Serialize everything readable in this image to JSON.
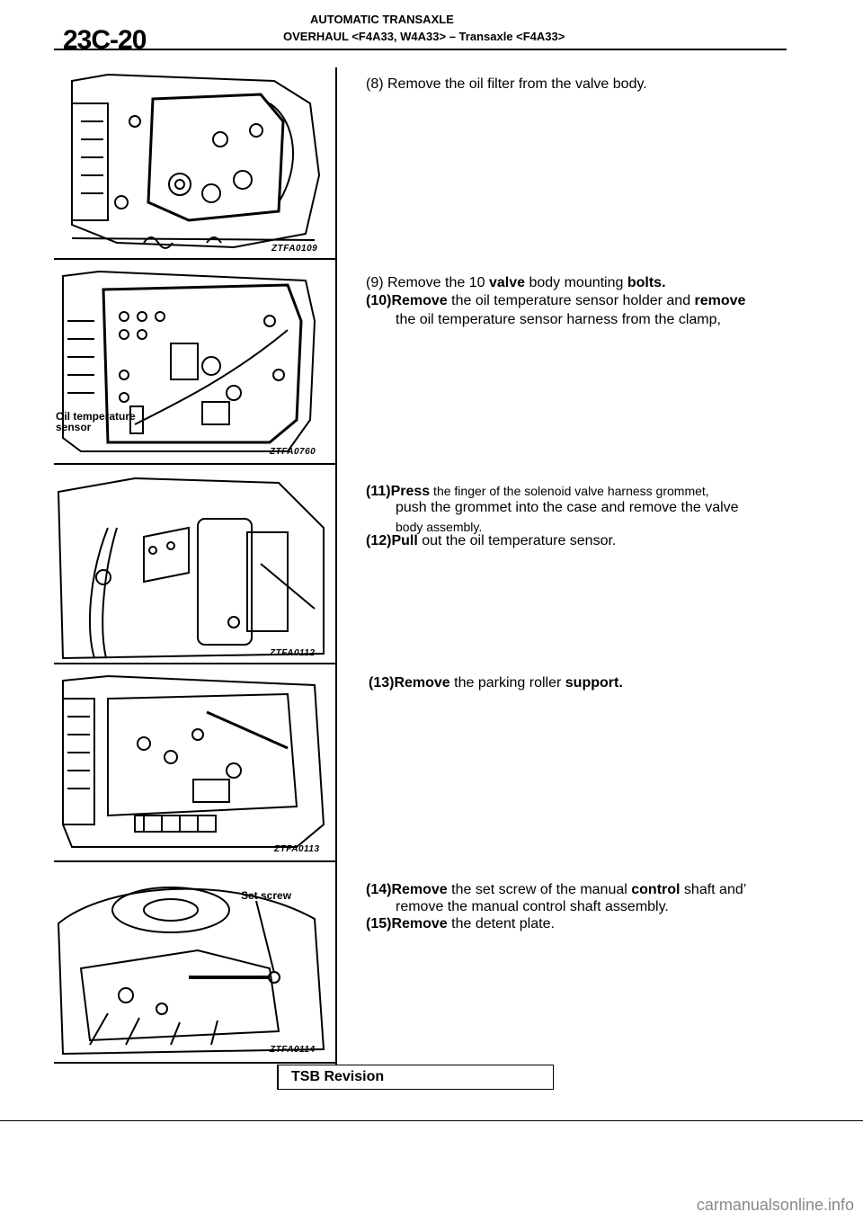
{
  "header": {
    "page_code": "23C-20",
    "title": "AUTOMATIC TRANSAXLE",
    "subtitle": "OVERHAUL <F4A33, W4A33> – Transaxle <F4A33>"
  },
  "figures": [
    {
      "code": "ZTFA0109",
      "callout": ""
    },
    {
      "code": "ZTFA0760",
      "callout": "Oil temperature sensor"
    },
    {
      "code": "ZTFA0112",
      "callout": ""
    },
    {
      "code": "ZTFA0113",
      "callout": ""
    },
    {
      "code": "ZTFA0114",
      "callout": "Set screw"
    }
  ],
  "steps": {
    "s8": "(8) Remove the oil filter from the valve body.",
    "s9_a": "(9) Remove the 10 ",
    "s9_b": "valve",
    "s9_c": " body mounting ",
    "s9_d": "bolts.",
    "s10_num": "(10)Remove",
    "s10_line1": " the oil temperature sensor holder and ",
    "s10_line1_bold": "remove",
    "s10_line2_bold": "the",
    "s10_line2a": " oil temperature sensor ",
    "s10_line2_bold2": "harness from the",
    "s10_line2b": " clamp,",
    "s11_num": "(11)Press",
    "s11_line1": " the finger of the solenoid valve harness grommet,",
    "s11_line2a": "push the grommet into ",
    "s11_line2_bold": "the case",
    "s11_line2b": " and remove the valve",
    "s11_line3": "body assembly.",
    "s12_num": "(12)Pull",
    "s12_text": " out the oil temperature sensor.",
    "s13_num": "(13)Remove",
    "s13_text": " the parking roller ",
    "s13_bold": "support.",
    "s14_num": "(14)Remove",
    "s14_line1a": " the set screw of the manual ",
    "s14_line1_bold": "control",
    "s14_line1b": " shaft and’",
    "s14_line2a": "remove the manual control shaft ",
    "s14_line2_bold": "assembly.",
    "s15_num": "(15)Remove",
    "s15_text": " the detent plate."
  },
  "footer": {
    "tsb": "TSB Revision",
    "watermark": "carmanualsonline.info"
  }
}
